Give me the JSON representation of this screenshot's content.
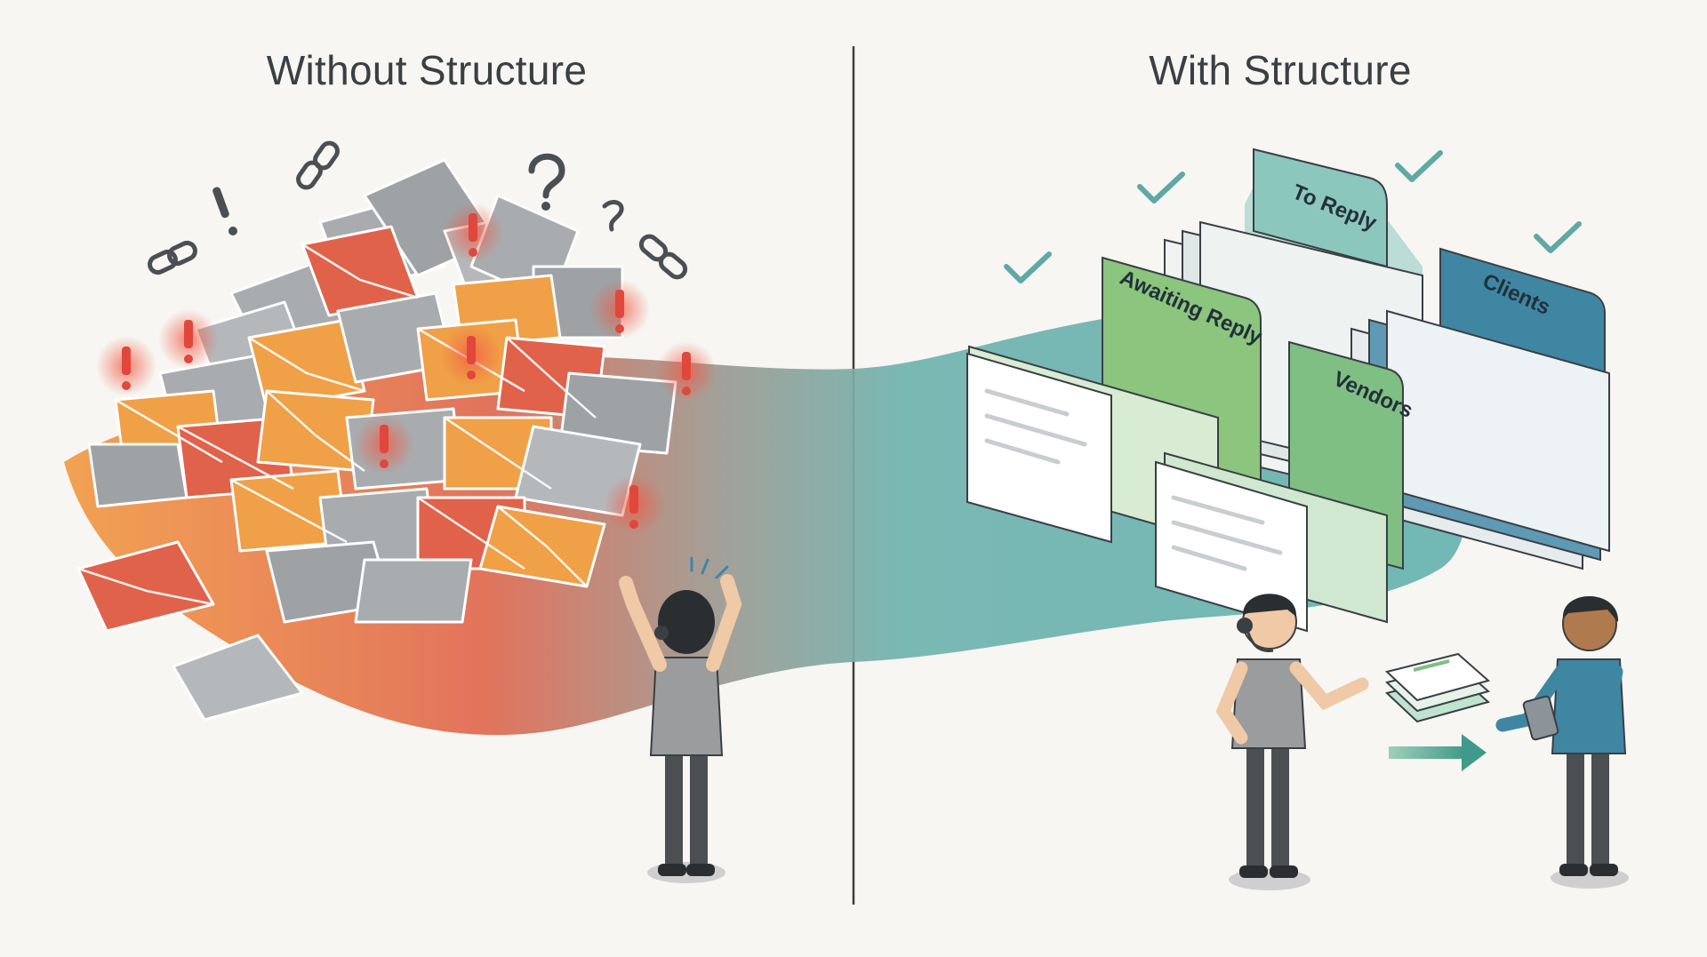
{
  "left_panel": {
    "title": "Without Structure"
  },
  "right_panel": {
    "title": "With Structure",
    "folders": [
      {
        "label": "To Reply"
      },
      {
        "label": "Awaiting Reply"
      },
      {
        "label": "Vendors"
      },
      {
        "label": "Clients"
      }
    ]
  },
  "colors": {
    "background": "#f7f6f2",
    "chaos_orange": "#f0a046",
    "chaos_red": "#e0624a",
    "envelope_gray": "#a9acae",
    "alert_red": "#e1473b",
    "order_green": "#7fbf84",
    "order_teal": "#6fb6b2",
    "order_blue": "#3f86a3",
    "check_teal": "#5fa9a4"
  },
  "icons": [
    "exclamation-icon",
    "question-icon",
    "chain-link-icon",
    "checkmark-icon",
    "arrow-right-icon",
    "headset-icon",
    "envelope-icon",
    "folder-icon"
  ]
}
